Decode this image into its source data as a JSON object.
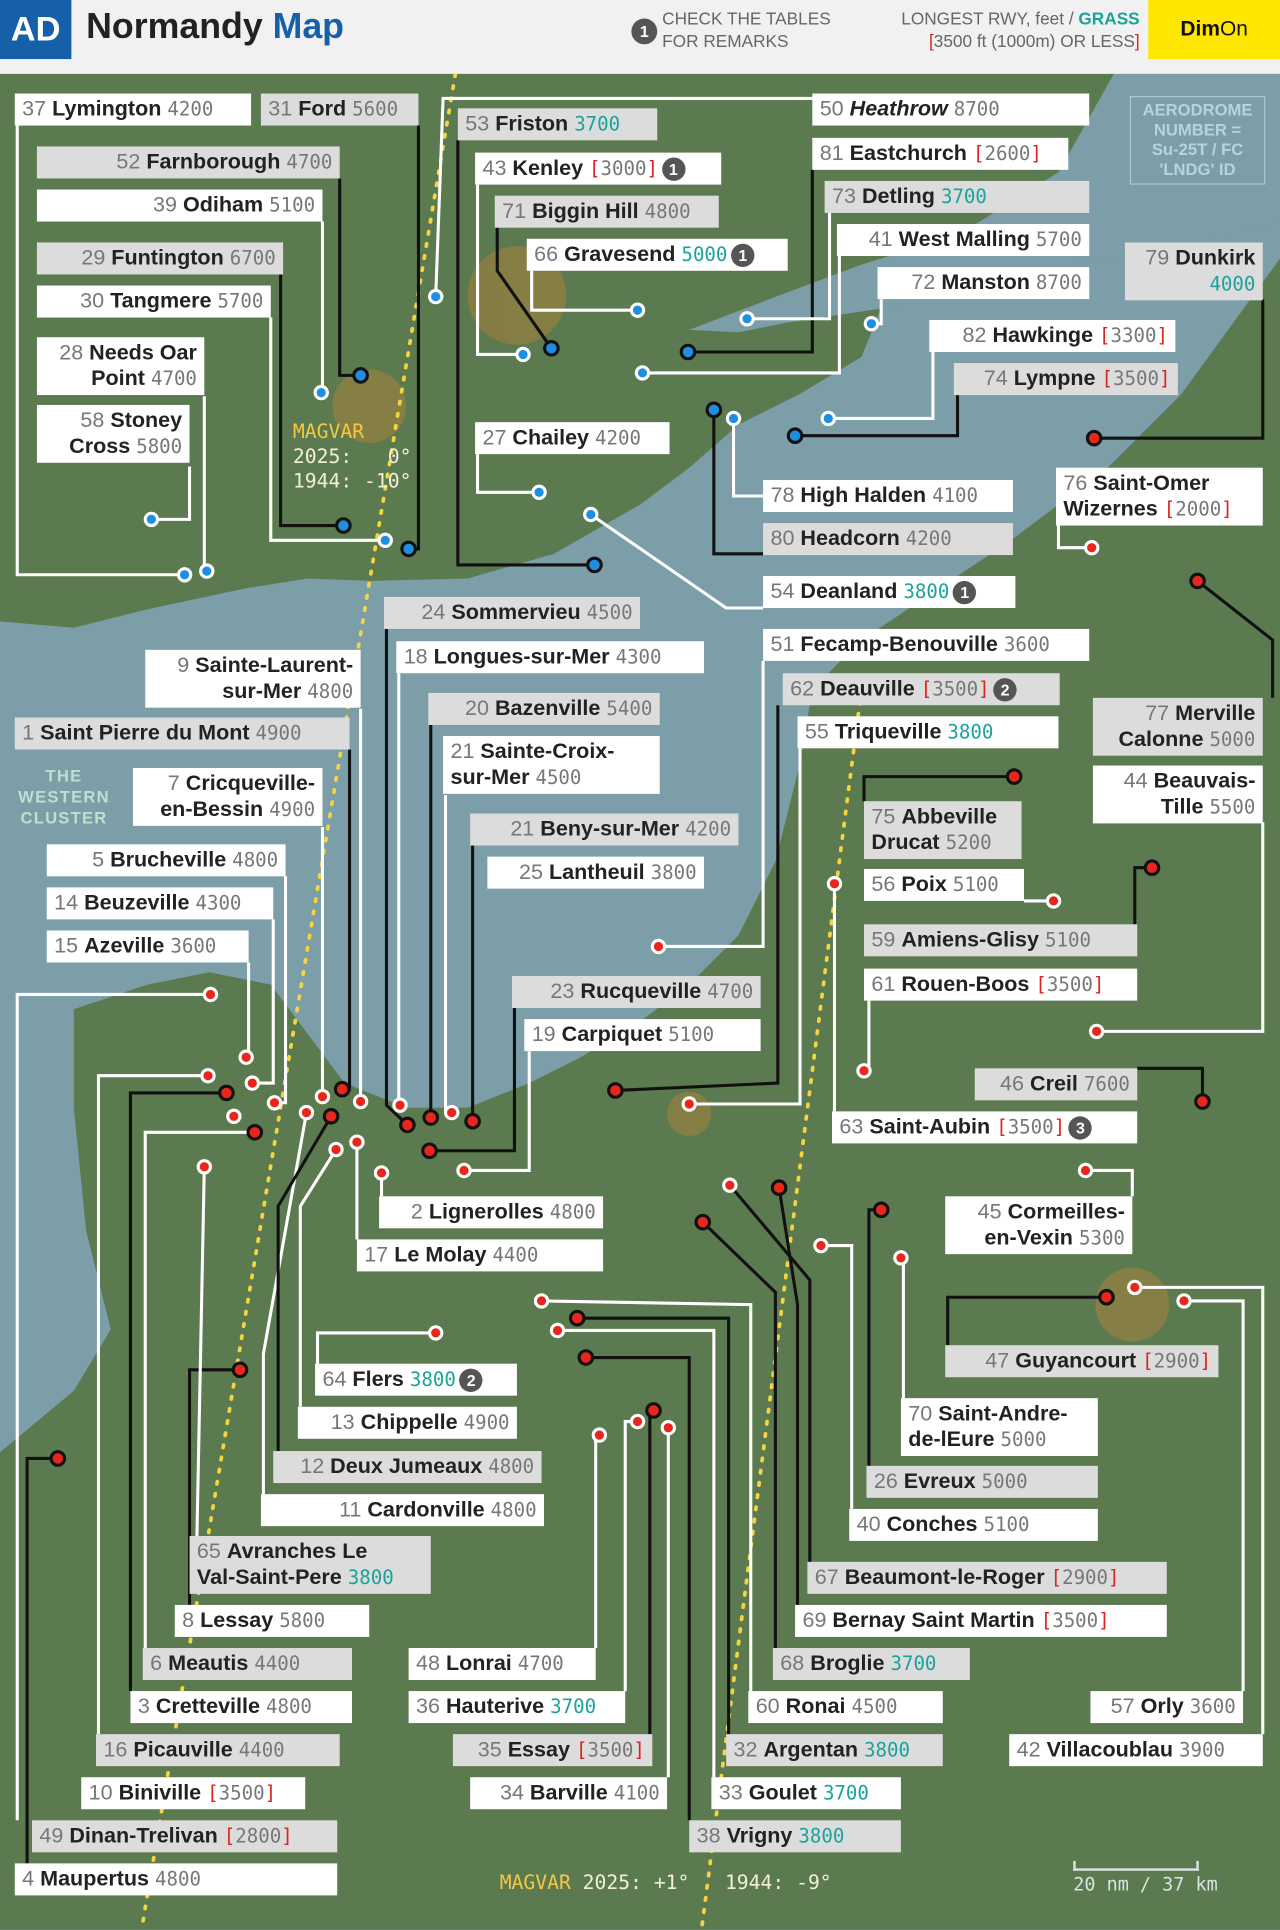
{
  "header": {
    "logo": "AD",
    "title_a": "Normandy",
    "title_b": "Map",
    "remark_badge": "1",
    "remark_line1": "CHECK THE TABLES",
    "remark_line2": "FOR REMARKS",
    "legend_line1": "LONGEST RWY, feet / ",
    "legend_grass": "GRASS",
    "legend_line2": "3500 ft (1000m) OR LESS",
    "brand_a": "Dim",
    "brand_b": "On"
  },
  "notes": {
    "aerodrome": "AERODROME\nNUMBER =\nSu-25T / FC\n'LNDG' ID",
    "western_cluster": "THE\nWESTERN\nCLUSTER",
    "magvar_top_label": "MAGVAR",
    "magvar_top_2025": "2025:   0°",
    "magvar_top_1944": "1944: -10°",
    "magvar_bottom_label": "MAGVAR",
    "magvar_bottom_values": " 2025: +1°   1944: -9°",
    "scale": "20 nm / 37 km"
  },
  "colors": {
    "land": "#5c7a4f",
    "sea": "#7b9ea8",
    "grass": "#1aa39a",
    "short": "#dd2222",
    "accent": "#1560a8",
    "brand": "#ffe600"
  },
  "airfields": [
    {
      "id": "37",
      "name": "Lymington",
      "rwy": "4200"
    },
    {
      "id": "31",
      "name": "Ford",
      "rwy": "5600"
    },
    {
      "id": "53",
      "name": "Friston",
      "rwy": "3700",
      "grass": true
    },
    {
      "id": "50",
      "name": "Heathrow",
      "rwy": "8700",
      "italic": true
    },
    {
      "id": "52",
      "name": "Farnborough",
      "rwy": "4700"
    },
    {
      "id": "39",
      "name": "Odiham",
      "rwy": "5100"
    },
    {
      "id": "43",
      "name": "Kenley",
      "rwy": "3000",
      "short": true,
      "remark": "1"
    },
    {
      "id": "81",
      "name": "Eastchurch",
      "rwy": "2600",
      "short": true
    },
    {
      "id": "71",
      "name": "Biggin Hill",
      "rwy": "4800"
    },
    {
      "id": "73",
      "name": "Detling",
      "rwy": "3700",
      "grass": true
    },
    {
      "id": "29",
      "name": "Funtington",
      "rwy": "6700"
    },
    {
      "id": "66",
      "name": "Gravesend",
      "rwy": "5000",
      "grass": true,
      "remark": "1"
    },
    {
      "id": "41",
      "name": "West Malling",
      "rwy": "5700"
    },
    {
      "id": "79",
      "name": "Dunkirk\n",
      "rwy": "4000",
      "grass": true
    },
    {
      "id": "30",
      "name": "Tangmere",
      "rwy": "5700"
    },
    {
      "id": "72",
      "name": "Manston",
      "rwy": "8700"
    },
    {
      "id": "82",
      "name": "Hawkinge",
      "rwy": "3300",
      "short": true
    },
    {
      "id": "28",
      "name": "Needs Oar\nPoint",
      "rwy": "4700"
    },
    {
      "id": "74",
      "name": "Lympne",
      "rwy": "3500",
      "short": true
    },
    {
      "id": "58",
      "name": "Stoney\nCross",
      "rwy": "5800"
    },
    {
      "id": "27",
      "name": "Chailey",
      "rwy": "4200"
    },
    {
      "id": "76",
      "name": "Saint-Omer\nWizernes",
      "rwy": "2000",
      "short": true
    },
    {
      "id": "78",
      "name": "High Halden",
      "rwy": "4100"
    },
    {
      "id": "80",
      "name": "Headcorn",
      "rwy": "4200"
    },
    {
      "id": "54",
      "name": "Deanland",
      "rwy": "3800",
      "grass": true,
      "remark": "1"
    },
    {
      "id": "24",
      "name": "Sommervieu",
      "rwy": "4500"
    },
    {
      "id": "51",
      "name": "Fecamp-Benouville",
      "rwy": "3600"
    },
    {
      "id": "9",
      "name": "Sainte-Laurent-\nsur-Mer",
      "rwy": "4800"
    },
    {
      "id": "18",
      "name": "Longues-sur-Mer",
      "rwy": "4300"
    },
    {
      "id": "62",
      "name": "Deauville",
      "rwy": "3500",
      "short": true,
      "remark": "2"
    },
    {
      "id": "1",
      "name": "Saint Pierre du Mont",
      "rwy": "4900"
    },
    {
      "id": "20",
      "name": "Bazenville",
      "rwy": "5400"
    },
    {
      "id": "77",
      "name": "Merville\nCalonne",
      "rwy": "5000"
    },
    {
      "id": "55",
      "name": "Triqueville",
      "rwy": "3800",
      "grass": true
    },
    {
      "id": "21",
      "name": "Sainte-Croix-\nsur-Mer",
      "rwy": "4500"
    },
    {
      "id": "7",
      "name": "Cricqueville-\nen-Bessin",
      "rwy": "4900"
    },
    {
      "id": "44",
      "name": "Beauvais-\nTille",
      "rwy": "5500"
    },
    {
      "id": "75",
      "name": "Abbeville\nDrucat",
      "rwy": "5200"
    },
    {
      "id": "21",
      "name": "Beny-sur-Mer",
      "rwy": "4200"
    },
    {
      "id": "5",
      "name": "Brucheville",
      "rwy": "4800"
    },
    {
      "id": "25",
      "name": "Lantheuil",
      "rwy": "3800"
    },
    {
      "id": "56",
      "name": "Poix",
      "rwy": "5100"
    },
    {
      "id": "14",
      "name": "Beuzeville",
      "rwy": "4300"
    },
    {
      "id": "59",
      "name": "Amiens-Glisy",
      "rwy": "5100"
    },
    {
      "id": "15",
      "name": "Azeville",
      "rwy": "3600"
    },
    {
      "id": "61",
      "name": "Rouen-Boos",
      "rwy": "3500",
      "short": true
    },
    {
      "id": "23",
      "name": "Rucqueville",
      "rwy": "4700"
    },
    {
      "id": "19",
      "name": "Carpiquet",
      "rwy": "5100"
    },
    {
      "id": "46",
      "name": "Creil",
      "rwy": "7600"
    },
    {
      "id": "63",
      "name": "Saint-Aubin",
      "rwy": "3500",
      "short": true,
      "remark": "3"
    },
    {
      "id": "2",
      "name": "Lignerolles",
      "rwy": "4800"
    },
    {
      "id": "45",
      "name": "Cormeilles-\nen-Vexin",
      "rwy": "5300"
    },
    {
      "id": "17",
      "name": "Le Molay",
      "rwy": "4400"
    },
    {
      "id": "47",
      "name": "Guyancourt",
      "rwy": "2900",
      "short": true
    },
    {
      "id": "64",
      "name": "Flers",
      "rwy": "3800",
      "grass": true,
      "remark": "2"
    },
    {
      "id": "70",
      "name": "Saint-Andre-\nde-lEure",
      "rwy": "5000"
    },
    {
      "id": "13",
      "name": "Chippelle",
      "rwy": "4900"
    },
    {
      "id": "12",
      "name": "Deux Jumeaux",
      "rwy": "4800"
    },
    {
      "id": "26",
      "name": "Evreux",
      "rwy": "5000"
    },
    {
      "id": "11",
      "name": "Cardonville",
      "rwy": "4800"
    },
    {
      "id": "40",
      "name": "Conches",
      "rwy": "5100"
    },
    {
      "id": "65",
      "name": "Avranches Le\nVal-Saint-Pere",
      "rwy": "3800",
      "grass": true
    },
    {
      "id": "67",
      "name": "Beaumont-le-Roger",
      "rwy": "2900",
      "short": true
    },
    {
      "id": "8",
      "name": "Lessay",
      "rwy": "5800"
    },
    {
      "id": "69",
      "name": "Bernay Saint Martin",
      "rwy": "3500",
      "short": true
    },
    {
      "id": "6",
      "name": "Meautis",
      "rwy": "4400"
    },
    {
      "id": "48",
      "name": "Lonrai",
      "rwy": "4700"
    },
    {
      "id": "68",
      "name": "Broglie",
      "rwy": "3700",
      "grass": true
    },
    {
      "id": "3",
      "name": "Cretteville",
      "rwy": "4800"
    },
    {
      "id": "36",
      "name": "Hauterive",
      "rwy": "3700",
      "grass": true
    },
    {
      "id": "60",
      "name": "Ronai",
      "rwy": "4500"
    },
    {
      "id": "57",
      "name": "Orly",
      "rwy": "3600"
    },
    {
      "id": "16",
      "name": "Picauville",
      "rwy": "4400"
    },
    {
      "id": "35",
      "name": "Essay",
      "rwy": "3500",
      "short": true
    },
    {
      "id": "32",
      "name": "Argentan",
      "rwy": "3800",
      "grass": true
    },
    {
      "id": "42",
      "name": "Villacoublau",
      "rwy": "3900"
    },
    {
      "id": "10",
      "name": "Biniville",
      "rwy": "3500",
      "short": true
    },
    {
      "id": "34",
      "name": "Barville",
      "rwy": "4100"
    },
    {
      "id": "33",
      "name": "Goulet",
      "rwy": "3700",
      "grass": true
    },
    {
      "id": "49",
      "name": "Dinan-Trelivan",
      "rwy": "2800",
      "short": true
    },
    {
      "id": "38",
      "name": "Vrigny",
      "rwy": "3800",
      "grass": true
    },
    {
      "id": "4",
      "name": "Maupertus",
      "rwy": "4800"
    }
  ]
}
